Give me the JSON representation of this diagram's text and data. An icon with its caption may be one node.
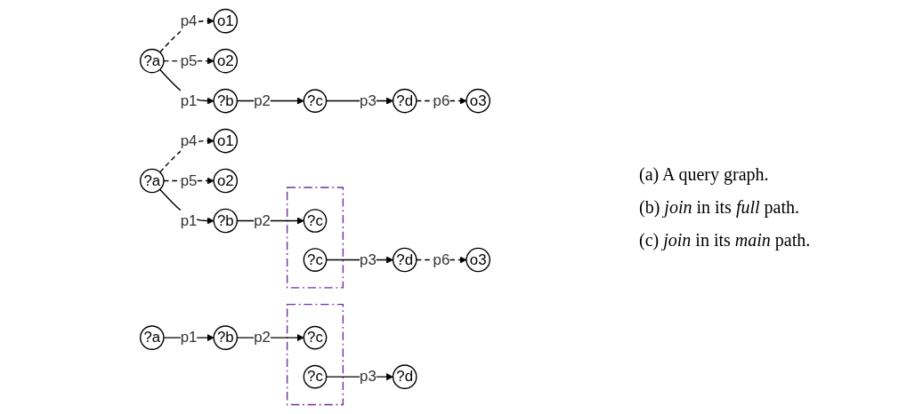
{
  "diagram": {
    "nodes": [
      {
        "text": [
          "o1"
        ]
      },
      {
        "text": [
          "o2"
        ]
      },
      {
        "text": [
          "?a"
        ]
      },
      {
        "text": [
          "?b"
        ]
      },
      {
        "text": [
          "?c"
        ]
      },
      {
        "text": [
          "?d"
        ]
      },
      {
        "text": [
          "o3"
        ]
      },
      {
        "text": [
          "o1"
        ]
      },
      {
        "text": [
          "o2"
        ]
      },
      {
        "text": [
          "?a"
        ]
      },
      {
        "text": [
          "?b"
        ]
      },
      {
        "text": [],
        "shape": "box"
      },
      {
        "text": [
          "?c"
        ],
        "in": 11
      },
      {
        "text": [
          "?c"
        ],
        "in": 11
      },
      {
        "text": [
          "?d"
        ]
      },
      {
        "text": [
          "o3"
        ]
      },
      {
        "text": [
          "?a"
        ]
      },
      {
        "text": [
          "?b"
        ]
      },
      {
        "text": [],
        "shape": "box"
      },
      {
        "text": [
          "?c"
        ],
        "in": 18
      },
      {
        "text": [
          "?c"
        ],
        "in": 18
      },
      {
        "text": [
          "?d"
        ]
      }
    ],
    "edges": [
      {
        "from": 2,
        "to": 0,
        "arrow": "to",
        "label": "p4",
        "style": "dashed"
      },
      {
        "from": 2,
        "to": 1,
        "arrow": "to",
        "label": "p5",
        "style": "dashed"
      },
      {
        "from": 2,
        "to": 3,
        "arrow": "to",
        "label": "p1"
      },
      {
        "from": 3,
        "to": 4,
        "arrow": "to",
        "label": "p2"
      },
      {
        "from": 4,
        "to": 5,
        "arrow": "to",
        "label": "p3"
      },
      {
        "from": 5,
        "to": 6,
        "arrow": "to",
        "label": "p6",
        "style": "dashed"
      },
      {
        "from": 9,
        "to": 7,
        "arrow": "to",
        "label": "p4",
        "style": "dashed"
      },
      {
        "from": 9,
        "to": 8,
        "arrow": "to",
        "label": "p5",
        "style": "dashed"
      },
      {
        "from": 9,
        "to": 10,
        "arrow": "to",
        "label": "p1"
      },
      {
        "from": 10,
        "to": 12,
        "arrow": "to",
        "label": "p2"
      },
      {
        "from": 13,
        "to": 14,
        "arrow": "to",
        "label": "p3"
      },
      {
        "from": 14,
        "to": 15,
        "arrow": "to",
        "label": "p6",
        "style": "dashed"
      },
      {
        "from": 16,
        "to": 17,
        "arrow": "to",
        "label": "p1"
      },
      {
        "from": 17,
        "to": 19,
        "arrow": "to",
        "label": "p2"
      },
      {
        "from": 20,
        "to": 21,
        "arrow": "to",
        "label": "p3"
      }
    ],
    "labels": [
      "(a) A query graph.",
      "(b) *join* in its *full* path.",
      "(c) *join* in its *main* path."
    ]
  }
}
